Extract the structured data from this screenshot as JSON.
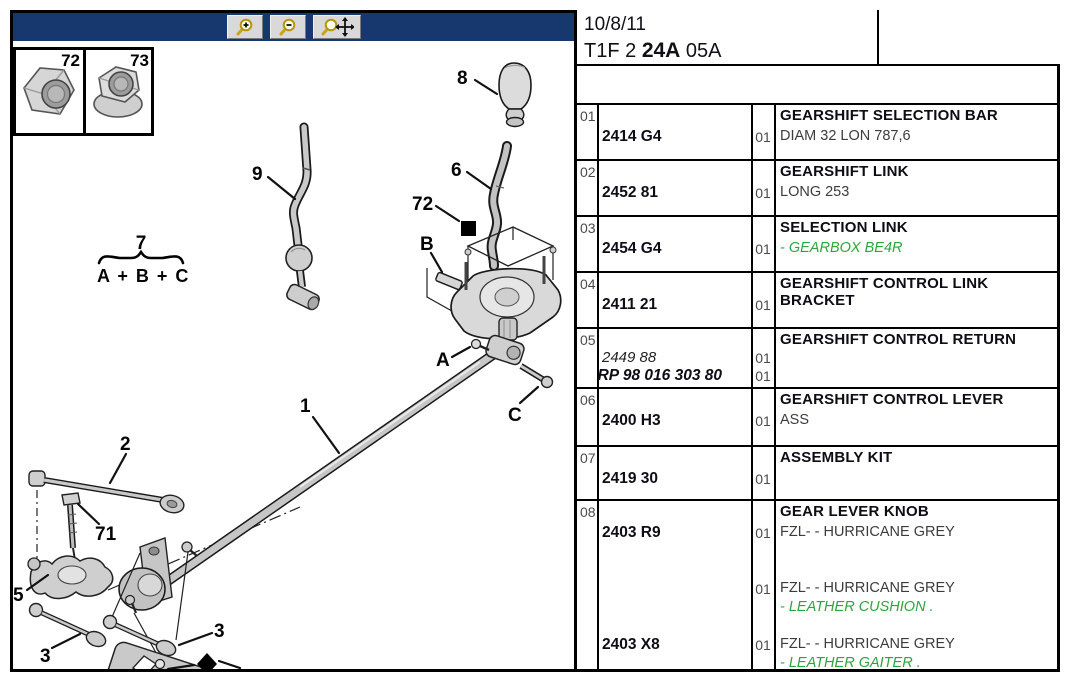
{
  "toolbar": {
    "icons": [
      "magnifier-plus",
      "magnifier-minus",
      "magnifier-move"
    ]
  },
  "inset": {
    "nut_hex_label": "72",
    "nut_flanged_label": "73"
  },
  "diagram": {
    "labels": {
      "knob": "8",
      "lever": "6",
      "clip": "72",
      "pin_b": "B",
      "rod": "9",
      "formula_num": "7",
      "formula_sum": "A + B + C",
      "screw_a": "A",
      "bolt_c": "C",
      "bar": "1",
      "link2": "2",
      "bolt71": "71",
      "bracket5": "5",
      "link3_left": "3",
      "link3_right": "3"
    }
  },
  "header": {
    "date": "10/8/11",
    "code_pre": "T1F 2",
    "code_bold": "24A",
    "code_post": "05A"
  },
  "table": {
    "rows": [
      {
        "num": "01",
        "part": "2414 G4",
        "qty": "01",
        "title": "GEARSHIFT SELECTION BAR",
        "desc": "DIAM 32 LON 787,6"
      },
      {
        "num": "02",
        "part": "2452 81",
        "qty": "01",
        "title": "GEARSHIFT LINK",
        "desc": "LONG 253"
      },
      {
        "num": "03",
        "part": "2454 G4",
        "qty": "01",
        "title": "SELECTION LINK",
        "desc": "- GEARBOX BE4R"
      },
      {
        "num": "04",
        "part": "2411 21",
        "qty": "01",
        "title": "GEARSHIFT CONTROL LINK BRACKET",
        "desc": ""
      },
      {
        "num": "05",
        "part": "2449 88",
        "qty": "01",
        "part2": "RP 98 016 303 80",
        "qty2": "01",
        "title": "GEARSHIFT CONTROL RETURN",
        "desc": ""
      },
      {
        "num": "06",
        "part": "2400 H3",
        "qty": "01",
        "title": "GEARSHIFT CONTROL LEVER",
        "desc": "ASS"
      },
      {
        "num": "07",
        "part": "2419 30",
        "qty": "01",
        "title": "ASSEMBLY KIT",
        "desc": ""
      },
      {
        "num": "08",
        "part": "2403 R9",
        "qty": "01",
        "title": "GEAR LEVER KNOB",
        "desc": "FZL- - HURRICANE GREY",
        "sub2_qty": "01",
        "sub2_desc": "FZL- - HURRICANE GREY",
        "sub2_note": "- LEATHER CUSHION .",
        "sub3_part": "2403 X8",
        "sub3_qty": "01",
        "sub3_desc": "FZL- - HURRICANE GREY",
        "sub3_note": "- LEATHER GAITER ."
      }
    ]
  },
  "colors": {
    "toolbar_navy": "#16386e",
    "note_green": "#2ea43d"
  }
}
